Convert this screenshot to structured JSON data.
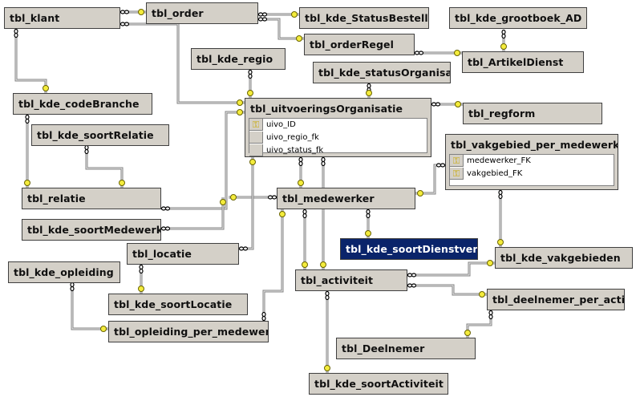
{
  "diagram": {
    "tables": [
      {
        "id": "klant",
        "name": "tbl_klant"
      },
      {
        "id": "order",
        "name": "tbl_order"
      },
      {
        "id": "statusbestelling",
        "name": "tbl_kde_StatusBestelling"
      },
      {
        "id": "grootboek",
        "name": "tbl_kde_grootboek_AD"
      },
      {
        "id": "orderregel",
        "name": "tbl_orderRegel"
      },
      {
        "id": "artikeldienst",
        "name": "tbl_ArtikelDienst"
      },
      {
        "id": "regio",
        "name": "tbl_kde_regio"
      },
      {
        "id": "statusorg",
        "name": "tbl_kde_statusOrganisatie"
      },
      {
        "id": "codebranche",
        "name": "tbl_kde_codeBranche"
      },
      {
        "id": "uitvoering",
        "name": "tbl_uitvoeringsOrganisatie",
        "columns": [
          {
            "name": "uivo_ID",
            "key": true
          },
          {
            "name": "uivo_regio_fk",
            "key": false
          },
          {
            "name": "uivo_status_fk",
            "key": false
          }
        ]
      },
      {
        "id": "regform",
        "name": "tbl_regform"
      },
      {
        "id": "soortrelatie",
        "name": "tbl_kde_soortRelatie"
      },
      {
        "id": "vakpermw",
        "name": "tbl_vakgebied_per_medewerker",
        "columns": [
          {
            "name": "medewerker_FK",
            "key": true
          },
          {
            "name": "vakgebied_FK",
            "key": true
          }
        ]
      },
      {
        "id": "relatie",
        "name": "tbl_relatie"
      },
      {
        "id": "medewerker",
        "name": "tbl_medewerker"
      },
      {
        "id": "soortmedewerker",
        "name": "tbl_kde_soortMedewerker"
      },
      {
        "id": "soortdienst",
        "name": "tbl_kde_soortDienstverbar",
        "selected": true
      },
      {
        "id": "locatie",
        "name": "tbl_locatie"
      },
      {
        "id": "vakgebieden",
        "name": "tbl_kde_vakgebieden"
      },
      {
        "id": "opleiding",
        "name": "tbl_kde_opleiding"
      },
      {
        "id": "activiteit",
        "name": "tbl_activiteit"
      },
      {
        "id": "soortlocatie",
        "name": "tbl_kde_soortLocatie"
      },
      {
        "id": "deelnemerperact",
        "name": "tbl_deelnemer_per_activit"
      },
      {
        "id": "oplpermw",
        "name": "tbl_opleiding_per_medewerker"
      },
      {
        "id": "deelnemer",
        "name": "tbl_Deelnemer"
      },
      {
        "id": "soortactiviteit",
        "name": "tbl_kde_soortActiviteit"
      }
    ],
    "relationships": [
      {
        "from": "klant",
        "to": "order"
      },
      {
        "from": "klant",
        "to": "codebranche"
      },
      {
        "from": "klant",
        "to": "uitvoering"
      },
      {
        "from": "order",
        "to": "statusbestelling"
      },
      {
        "from": "order",
        "to": "orderregel"
      },
      {
        "from": "orderregel",
        "to": "artikeldienst"
      },
      {
        "from": "artikeldienst",
        "to": "grootboek"
      },
      {
        "from": "uitvoering",
        "to": "regio"
      },
      {
        "from": "uitvoering",
        "to": "statusorg"
      },
      {
        "from": "regform",
        "to": "uitvoering"
      },
      {
        "from": "relatie",
        "to": "codebranche"
      },
      {
        "from": "relatie",
        "to": "soortrelatie"
      },
      {
        "from": "relatie",
        "to": "uitvoering"
      },
      {
        "from": "medewerker",
        "to": "soortmedewerker"
      },
      {
        "from": "medewerker",
        "to": "uitvoering"
      },
      {
        "from": "medewerker",
        "to": "soortdienst"
      },
      {
        "from": "vakpermw",
        "to": "medewerker"
      },
      {
        "from": "vakpermw",
        "to": "vakgebieden"
      },
      {
        "from": "locatie",
        "to": "uitvoering"
      },
      {
        "from": "locatie",
        "to": "soortlocatie"
      },
      {
        "from": "activiteit",
        "to": "medewerker"
      },
      {
        "from": "activiteit",
        "to": "vakgebieden"
      },
      {
        "from": "activiteit",
        "to": "soortactiviteit"
      },
      {
        "from": "deelnemerperact",
        "to": "activiteit"
      },
      {
        "from": "deelnemerperact",
        "to": "deelnemer"
      },
      {
        "from": "oplpermw",
        "to": "opleiding"
      },
      {
        "from": "oplpermw",
        "to": "medewerker"
      }
    ]
  }
}
